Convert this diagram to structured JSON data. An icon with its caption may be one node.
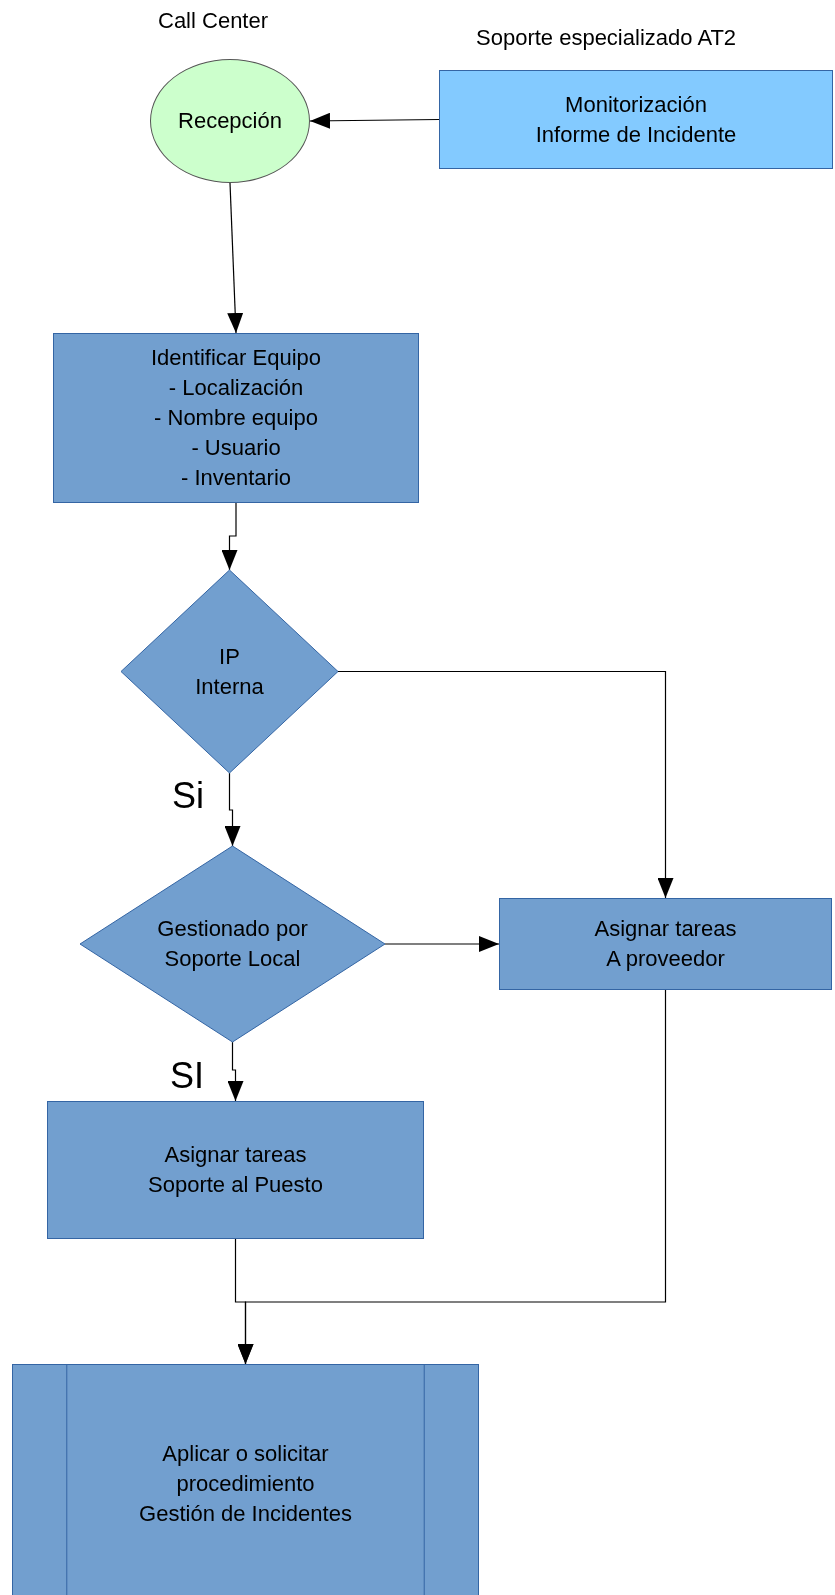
{
  "diagram": {
    "nodes": [
      {
        "text": [
          "Recepción"
        ]
      },
      {
        "text": [
          "Monitorización",
          "Informe de Incidente"
        ]
      },
      {
        "text": [
          "Identificar Equipo",
          "- Localización",
          "- Nombre equipo",
          "- Usuario",
          "- Inventario"
        ]
      },
      {
        "text": [
          "IP",
          "Interna"
        ]
      },
      {
        "text": [
          "Gestionado por",
          "Soporte Local"
        ]
      },
      {
        "text": [
          "Asignar tareas",
          "A proveedor"
        ]
      },
      {
        "text": [
          "Asignar tareas",
          "Soporte al Puesto"
        ]
      },
      {
        "text": [
          "Aplicar o solicitar",
          "procedimiento",
          "Gestión de Incidentes"
        ]
      }
    ],
    "edges": [
      {
        "from": 1,
        "to": 0,
        "arrow": "to"
      },
      {
        "from": 0,
        "to": 2,
        "arrow": "to"
      },
      {
        "from": 2,
        "to": 3,
        "arrow": "to"
      },
      {
        "from": 3,
        "to": 4,
        "arrow": "to",
        "label": "Si"
      },
      {
        "from": 3,
        "to": 5,
        "arrow": "to"
      },
      {
        "from": 4,
        "to": 5,
        "arrow": "to"
      },
      {
        "from": 4,
        "to": 6,
        "arrow": "to",
        "label": "SI"
      },
      {
        "from": 6,
        "to": 7,
        "arrow": "to"
      },
      {
        "from": 5,
        "to": 7,
        "arrow": "to"
      }
    ],
    "labels": [
      "Call Center",
      "Soporte especializado AT2"
    ]
  }
}
